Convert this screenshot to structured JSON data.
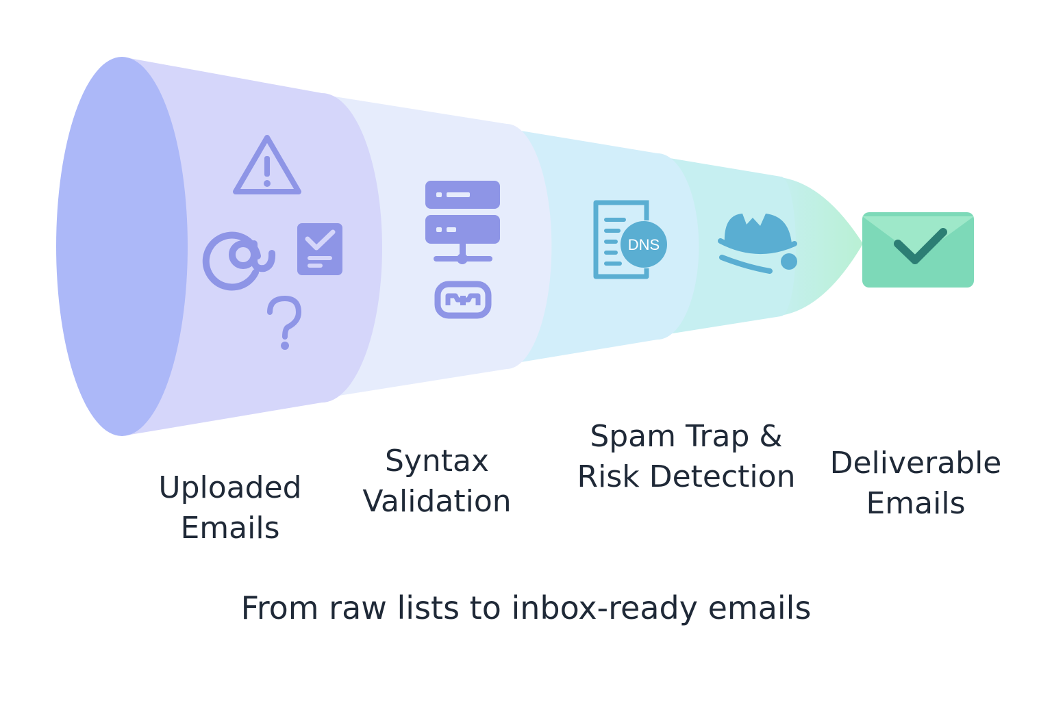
{
  "stages": [
    {
      "line1": "Uploaded",
      "line2": "Emails",
      "icons": [
        "warning-icon",
        "at-sign-icon",
        "checklist-icon",
        "question-mark-icon"
      ]
    },
    {
      "line1": "Syntax",
      "line2": "Validation",
      "icons": [
        "server-icon",
        "network-icon",
        "email-box-icon"
      ]
    },
    {
      "line1": "Spam Trap &",
      "line2": "Risk Detection",
      "icons": [
        "dns-document-icon",
        "spam-trap-icon"
      ]
    },
    {
      "line1": "Deliverable",
      "line2": "Emails",
      "icons": [
        "checked-envelope-icon"
      ]
    }
  ],
  "dns_label": "DNS",
  "caption": "From raw lists to inbox-ready emails",
  "colors": {
    "stage_1": "#d5d6fa",
    "stage_2": "#e6ecfc",
    "stage_3": "#d2eefa",
    "stage_4": "#c6eff1",
    "mouth": "#acb8f8",
    "icon_purple": "#8e95e6",
    "icon_teal": "#5aaed2",
    "envelope": "#7dd9b8",
    "check": "#2c7e74",
    "text": "#1f2937"
  }
}
